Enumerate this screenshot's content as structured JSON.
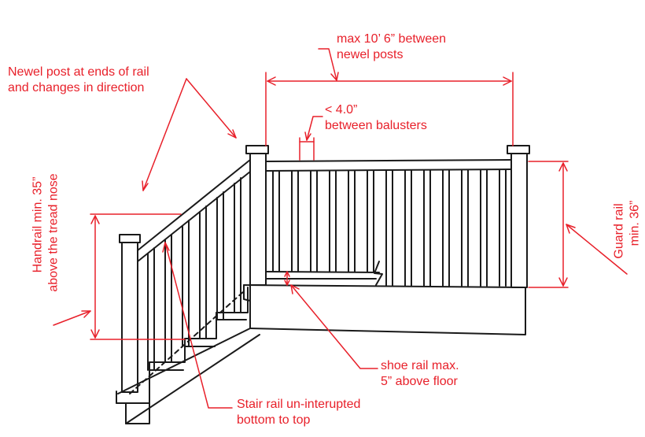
{
  "annotations": {
    "newel_post": {
      "line1": "Newel post at ends of rail",
      "line2": "and changes in direction"
    },
    "max_between_newels": {
      "line1": "max 10’ 6” between",
      "line2": "newel posts"
    },
    "baluster_spacing": {
      "line1": "< 4.0”",
      "line2": "between balusters"
    },
    "guard_rail": {
      "line1": "Guard rail",
      "line2": "min. 36”"
    },
    "handrail": {
      "line1": "Handrail min. 35”",
      "line2": "above the tread nose"
    },
    "shoe_rail": {
      "line1": "shoe rail max.",
      "line2": "5” above floor"
    },
    "stair_rail": {
      "line1": "Stair rail un-interupted",
      "line2": "bottom to top"
    }
  },
  "colors": {
    "annotation": "#e8202a",
    "drawing": "#1a1a1a",
    "background": "#ffffff"
  }
}
